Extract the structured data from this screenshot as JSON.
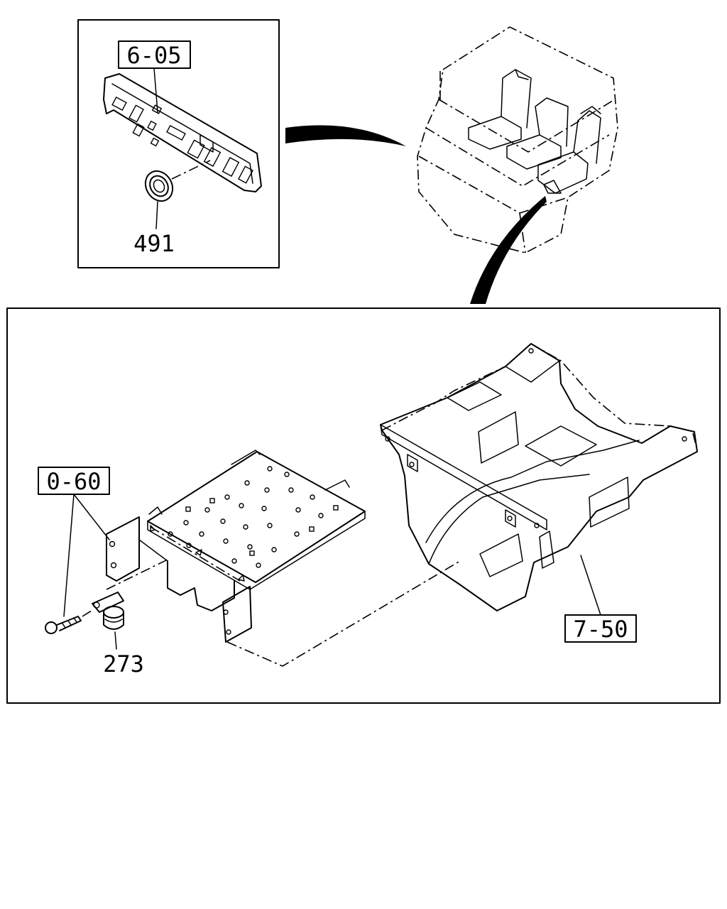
{
  "labels": {
    "inset_ref": "6-05",
    "inset_part": "491",
    "left_ref": "0-60",
    "clip_part": "273",
    "floor_ref": "7-50"
  }
}
